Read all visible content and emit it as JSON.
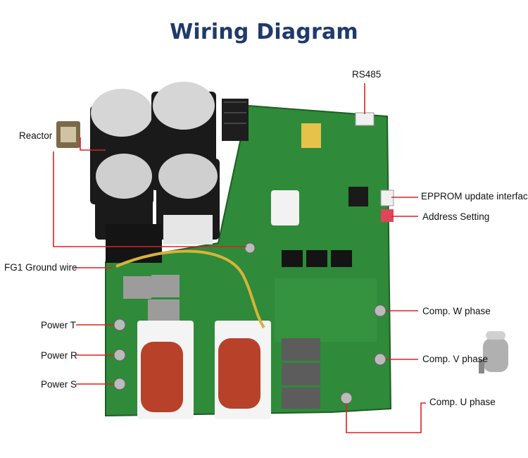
{
  "title": "Wiring Diagram",
  "labels": {
    "rs485": "RS485",
    "reactor": "Reactor",
    "eeprom": "EPPROM update interface",
    "address": "Address Setting",
    "fg1": "FG1 Ground wire",
    "power_t": "Power T",
    "power_r": "Power R",
    "power_s": "Power S",
    "comp_w": "Comp. W phase",
    "comp_v": "Comp. V phase",
    "comp_u": "Comp. U phase"
  },
  "colors": {
    "title": "#1f3a6b",
    "pointer_line": "#e02020",
    "board": "#2f8a3a",
    "capacitor": "#1a1a1a",
    "coil": "#b8412a",
    "ground_wire": "#d9b23a"
  }
}
